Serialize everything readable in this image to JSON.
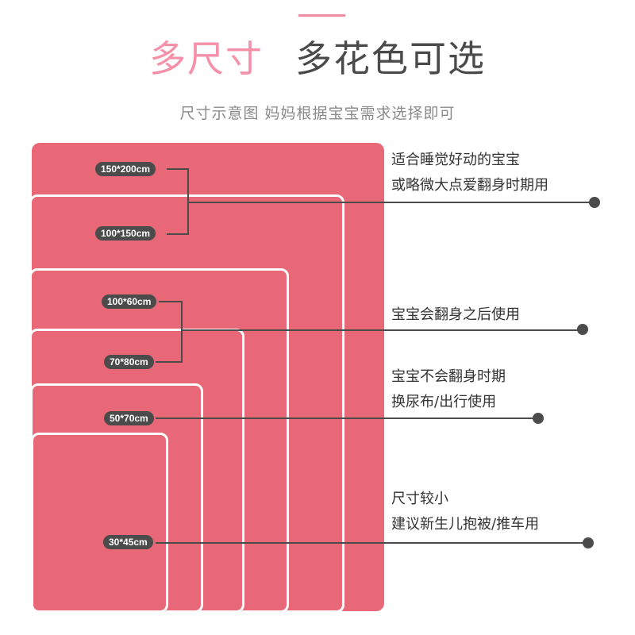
{
  "header": {
    "title_highlight": "多尺寸",
    "title_main": "多花色可选",
    "subtitle": "尺寸示意图 妈妈根据宝宝需求选择即可"
  },
  "colors": {
    "accent_pink": "#f590a8",
    "mat_red": "#e96877",
    "label_dark": "#4b4b4b"
  },
  "sizes": [
    {
      "label": "150*200cm"
    },
    {
      "label": "100*150cm"
    },
    {
      "label": "100*60cm"
    },
    {
      "label": "70*80cm"
    },
    {
      "label": "50*70cm"
    },
    {
      "label": "30*45cm"
    }
  ],
  "descriptions": [
    {
      "lines": [
        "适合睡觉好动的宝宝",
        "或略微大点爱翻身时期用"
      ]
    },
    {
      "lines": [
        "宝宝会翻身之后使用"
      ]
    },
    {
      "lines": [
        "宝宝不会翻身时期",
        "换尿布/出行使用"
      ]
    },
    {
      "lines": [
        "尺寸较小",
        "建议新生儿抱被/推车用"
      ]
    }
  ]
}
